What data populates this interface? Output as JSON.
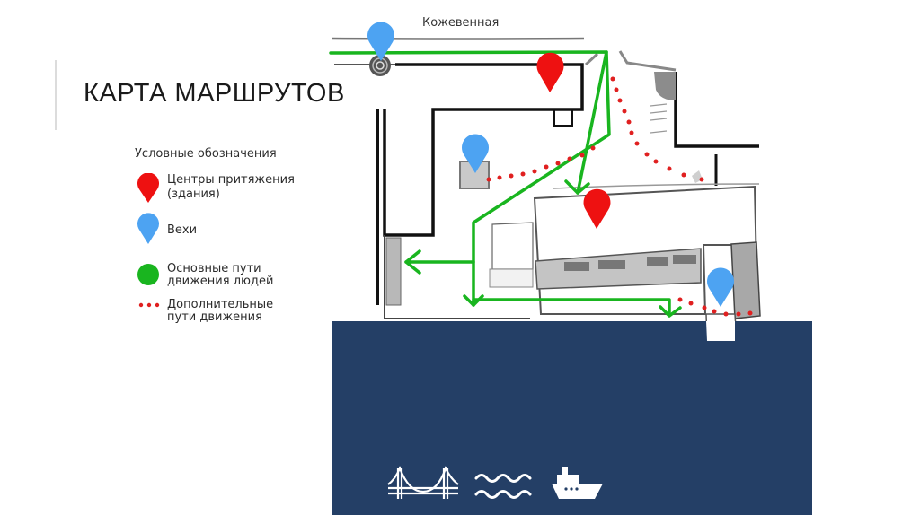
{
  "slide": {
    "title": "КАРТА МАРШРУТОВ",
    "street_label": "Кожевенная"
  },
  "legend": {
    "title": "Условные обозначения",
    "items": [
      {
        "symbol": "red-pin-icon",
        "color": "#ee1111",
        "line1": "Центры притяжения",
        "line2": "(здания)"
      },
      {
        "symbol": "blue-pin-icon",
        "color": "#4da3f2",
        "line1": "Вехи",
        "line2": ""
      },
      {
        "symbol": "green-dot-icon",
        "color": "#19b51f",
        "line1": "Основные пути",
        "line2": "движения людей"
      },
      {
        "symbol": "red-dotted-line-icon",
        "color": "#e02020",
        "line1": "Дополнительные",
        "line2": "пути движения"
      }
    ]
  },
  "map": {
    "water_color": "#243f66",
    "main_path_color": "#19b51f",
    "secondary_path_color": "#e02020",
    "attraction_color": "#ee1111",
    "landmark_color": "#4da3f2",
    "water_icons": [
      "bridge-icon",
      "waves-icon",
      "ship-icon"
    ]
  }
}
